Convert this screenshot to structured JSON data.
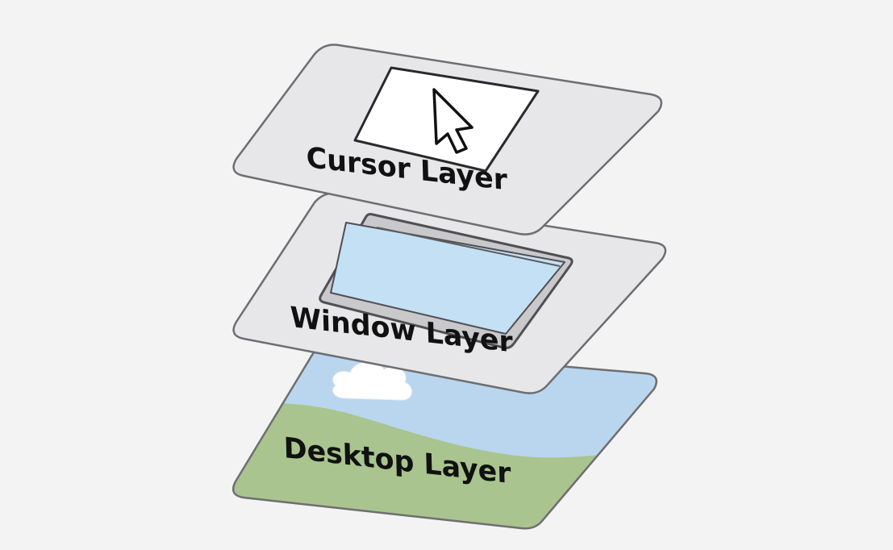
{
  "diagram": {
    "layers": [
      {
        "id": "desktop",
        "label": "Desktop Layer"
      },
      {
        "id": "window",
        "label": "Window Layer"
      },
      {
        "id": "cursor",
        "label": "Cursor Layer"
      }
    ],
    "colors": {
      "background": "#f3f3f4",
      "panel_fill": "#e7e7e9",
      "panel_stroke": "#6e6e72",
      "sky": "#b9d6ee",
      "grass": "#a9c48e",
      "cloud": "#ffffff",
      "window_frame": "#c9c9cc",
      "window_glass": "#c4e0f5",
      "text": "#111111"
    },
    "icons": {
      "cursor_layer": "mouse-pointer-arrow-icon",
      "window_layer": "app-window-icon",
      "desktop_layer": "cloud-landscape-wallpaper"
    }
  }
}
